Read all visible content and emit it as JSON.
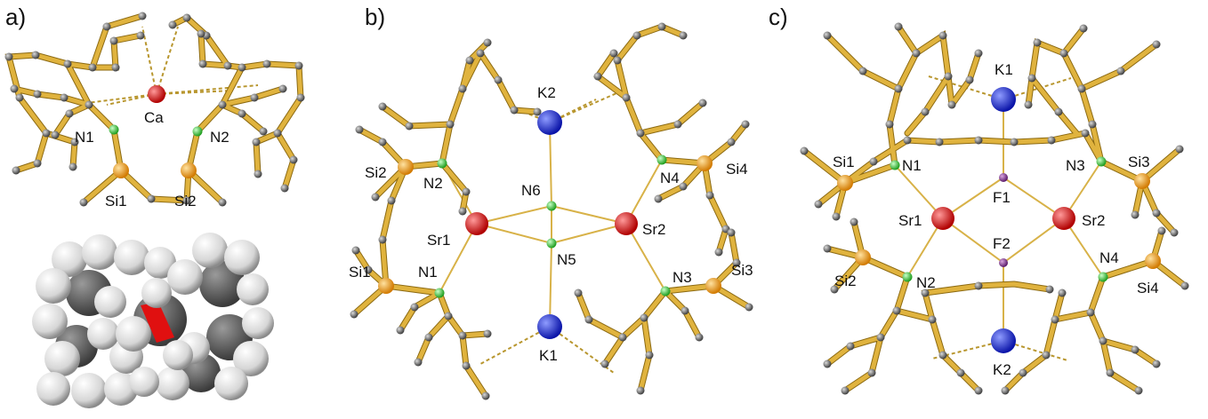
{
  "panels": {
    "a": {
      "label": "a)",
      "atoms": {
        "ca": "Ca",
        "n1": "N1",
        "n2": "N2",
        "si1": "Si1",
        "si2": "Si2"
      }
    },
    "b": {
      "label": "b)",
      "atoms": {
        "k1": "K1",
        "k2": "K2",
        "sr1": "Sr1",
        "sr2": "Sr2",
        "n1": "N1",
        "n2": "N2",
        "n3": "N3",
        "n4": "N4",
        "n5": "N5",
        "n6": "N6",
        "si1": "Si1",
        "si2": "Si2",
        "si3": "Si3",
        "si4": "Si4"
      }
    },
    "c": {
      "label": "c)",
      "atoms": {
        "k1": "K1",
        "k2": "K2",
        "sr1": "Sr1",
        "sr2": "Sr2",
        "f1": "F1",
        "f2": "F2",
        "n1": "N1",
        "n2": "N2",
        "n3": "N3",
        "n4": "N4",
        "si1": "Si1",
        "si2": "Si2",
        "si3": "Si3",
        "si4": "Si4"
      }
    }
  },
  "colors": {
    "bond": "#e0b33e",
    "carbon": "#7a7a7a",
    "nitrogen": "#3ccc3c",
    "silicon": "#f2a020",
    "metal": "#e01010",
    "potassium": "#1020d8",
    "fluorine": "#8a3a9a",
    "hydrogen": "#e8e8e8"
  }
}
